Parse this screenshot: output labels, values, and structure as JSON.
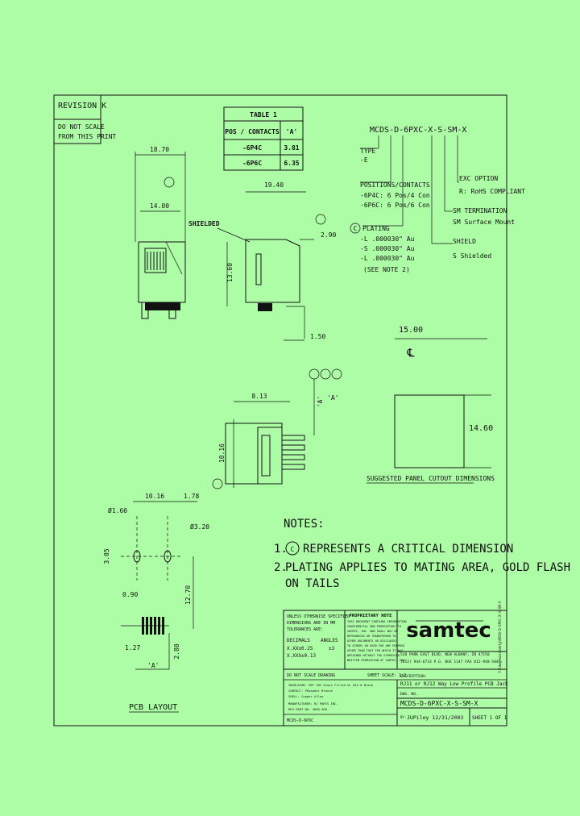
{
  "revision": "REVISION K",
  "scale_note": [
    "DO NOT SCALE",
    "FROM THIS PRINT"
  ],
  "table1": {
    "title": "TABLE 1",
    "headers": [
      "POS / CONTACTS",
      "'A'"
    ],
    "rows": [
      [
        "-6P4C",
        "3.81"
      ],
      [
        "-6P6C",
        "6.35"
      ]
    ]
  },
  "part_code": {
    "code": "MCDS-D-6PXC-X-S-SM-X",
    "type_label": "TYPE",
    "type_value": "-E",
    "positions_label": "POSITIONS/CONTACTS",
    "positions": [
      "-6P4C: 6 Pos/4 Con",
      "-6P6C: 6 Pos/6 Con"
    ],
    "plating_label": "PLATING",
    "plating": [
      "-L  .000030\" Au",
      "-S  .000030\" Au",
      "-L  .000030\" Au",
      "(SEE NOTE 2)"
    ],
    "option_label": "EXC OPTION",
    "option_value": "R: RoHS COMPLIANT",
    "term_label": "SM TERMINATION",
    "term_value": "SM  Surface Mount",
    "shield_label": "SHIELD",
    "shield_value": "S  Shielded"
  },
  "dims": {
    "d1870": "18.70",
    "d1400": "14.00",
    "d1940": "19.40",
    "d1360": "13.60",
    "d290": "2.90",
    "d150": "1.50",
    "d1500": "15.00",
    "d1460": "14.60",
    "d813": "8.13",
    "d1016": "10.16",
    "d1016b": "10.16",
    "d178": "1.78",
    "d160": "Ø1.60",
    "d320": "Ø3.20",
    "d305": "3.05",
    "d090": "0.90",
    "d1270": "12.70",
    "d127": "1.27",
    "d280": "2.80",
    "a1": "'A'",
    "a2": "'A'",
    "a3": "'A'",
    "shielded": "SHIELDED",
    "cl": "℄",
    "critical_symbol": "C"
  },
  "cutout_label": "SUGGESTED PANEL CUTOUT DIMENSIONS",
  "pcb_label": "PCB LAYOUT",
  "notes": {
    "title": "NOTES:",
    "n1_num": "1.",
    "n1_text": "REPRESENTS A CRITICAL DIMENSION",
    "n2_num": "2.",
    "n2_text": "PLATING APPLIES TO MATING AREA, GOLD FLASH",
    "n2_cont": "ON TAILS"
  },
  "title_block": {
    "unless": "UNLESS OTHERWISE SPECIFIED",
    "dims_in": "DIMENSIONS ARE IN MM",
    "tolerances": "TOLERANCES ARE:",
    "decimals": "DECIMALS",
    "angles": "ANGLES",
    "x_xx": "X.XX±0.25",
    "x_xxx": "X.XXX±0.13",
    "ang": "±3",
    "prop": "PROPRIETARY NOTE",
    "prop_text": [
      "THIS DOCUMENT CONTAINS INFORMATION",
      "CONFIDENTIAL AND PROPRIETARY TO",
      "SAMTEC, INC. AND SHALL NOT BE",
      "REPRODUCED OR TRANSFERRED TO",
      "OTHER DOCUMENTS OR DISCLOSED",
      "TO OTHERS OR USED FOR ANY PURPOSE",
      "OTHER THAN THAT FOR WHICH IT WAS",
      "OBTAINED WITHOUT THE EXPRESSED",
      "WRITTEN PERMISSION OF SAMTEC, INC."
    ],
    "logo": "samtec",
    "address": "520 PARK EAST BLVD, NEW ALBANY, IN 47150",
    "phone": "(812) 944-6733  P.O. BOX 1147  FAX 812-948-5047",
    "no_scale": "DO NOT SCALE DRAWING",
    "sheet_scale": "SHEET SCALE: 1:2",
    "material": [
      "INSULATOR: PBT 30% Glass Filled UL 94V-0 Black",
      "CONTACT: Phosphor Bronze",
      "SHELL: Copper Alloy"
    ],
    "finish": [
      "MANUFACTURER: RJ PARTS INC.",
      "MFG PART NO: 405K-SR8"
    ],
    "desc_label": "DESCRIPTION:",
    "description": "RJ11 or RJ12 Way Low Profile PCB Jack",
    "dwg_label": "DWG. NO.",
    "dwg": "MCDS-D-6PXC-X-S-SM-X",
    "by": "BY:",
    "drawn_by": "JUPiley 12/31/2003",
    "sheet": "SHEET 1 OF 1",
    "file": "MCDS-D-6PXC",
    "side_note": "F:\\dwg\\misc\\mktg\\MCDS-D-6PXC-X-S-SM-X"
  }
}
